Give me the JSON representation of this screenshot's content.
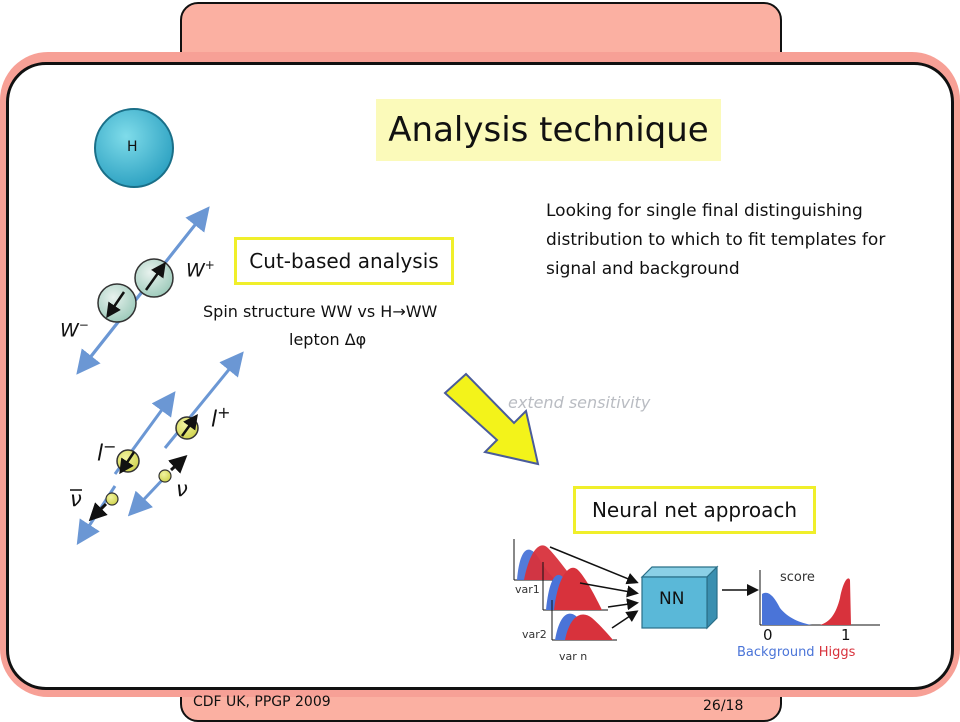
{
  "slide": {
    "title": "Analysis technique",
    "higgs_label": "H",
    "w_plus_label": "W",
    "w_plus_sup": "+",
    "w_minus_label": "W",
    "w_minus_sup": "−",
    "lepton_minus_label": "l",
    "lepton_minus_sup": "−",
    "lepton_plus_label": "l",
    "lepton_plus_sup": "+",
    "nu_label": "ν",
    "nubar_label": "ν",
    "cut_based_label": "Cut-based analysis",
    "spin_line": "Spin structure WW vs H→WW",
    "lepton_dphi": "lepton Δφ",
    "description": "Looking for single final distinguishing distribution to which to fit templates for signal and background",
    "extend_label": "extend sensitivity",
    "nn_approach_label": "Neural net approach",
    "nn_box_label": "NN",
    "var1_label": "var1",
    "var2_label": "var2",
    "varn_label": "var n",
    "score_label": "score",
    "score_zero": "0",
    "score_one": "1",
    "background_label": "Background",
    "higgs_legend_label": "Higgs",
    "footer_left": "CDF UK, PPGP 2009",
    "footer_right": "26/18"
  },
  "colors": {
    "card_pink": "#fbb0a2",
    "title_bg": "#fbfaba",
    "highlight_border": "#f0ef2a",
    "background_blue": "#4a74d8",
    "higgs_red": "#d8323c",
    "nn_cube": "#5ab8d8",
    "arrow_yellow": "#f3f31a"
  }
}
